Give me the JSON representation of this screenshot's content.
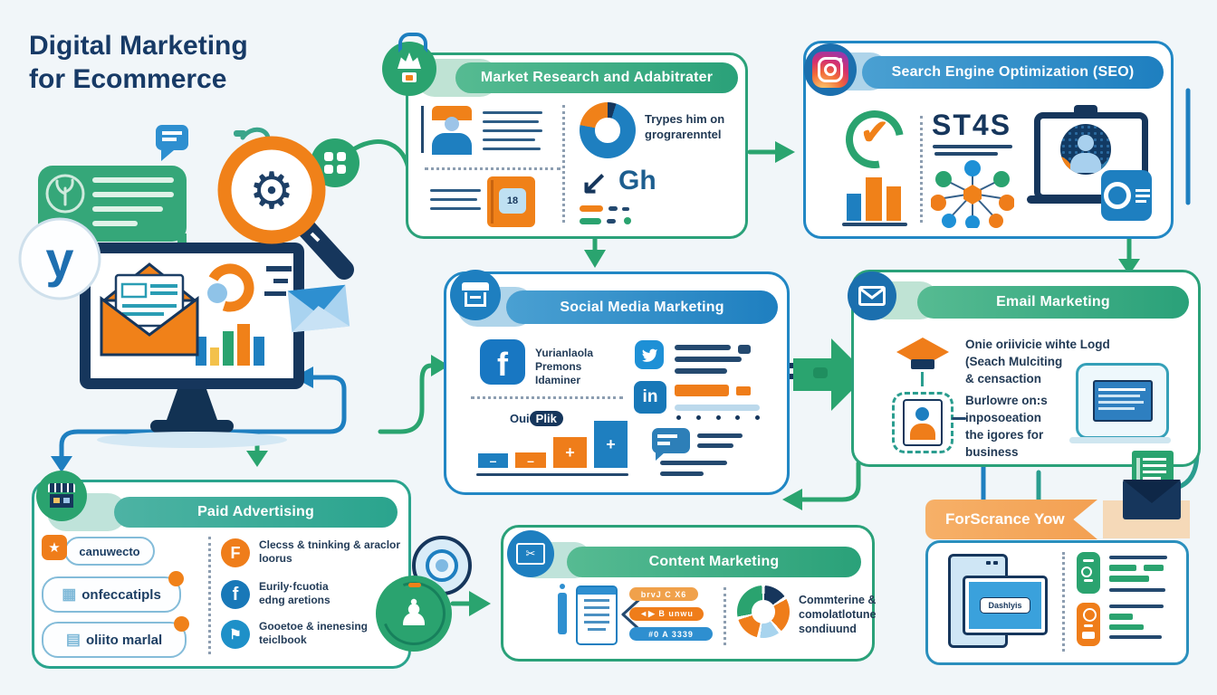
{
  "title": {
    "line1": "Digital Marketing",
    "line2": "for Ecommerce"
  },
  "colors": {
    "navy": "#16365c",
    "green": "#2aa36f",
    "teal": "#2aa78e",
    "blue": "#1e7fc0",
    "orange": "#ef7d1a",
    "light_blue": "#aed4ea",
    "peach": "#f5d9b8"
  },
  "icons": {
    "y_logo": "y",
    "gear": "⚙",
    "scissors": "✂",
    "star": "★",
    "flag": "⚑",
    "pawn": "♟",
    "check": "✔",
    "arrow_down_left": "↙",
    "facebook_f": "f",
    "linkedin": "in",
    "paid_facebook_F": "F"
  },
  "panels": {
    "market_research": {
      "title": "Market Research and Adabitrater",
      "note_line1": "Trypes him on",
      "note_line2": "grograrenntel",
      "glyph": "Gh"
    },
    "seo": {
      "title": "Search Engine Optimization (SEO)",
      "big_text": "ST4S"
    },
    "social": {
      "title": "Social Media Marketing",
      "line1": "Yurianlaola",
      "line2": "Premons",
      "line3": "Idaminer",
      "badge_prefix": "Oui",
      "badge": "Plik"
    },
    "email": {
      "title": "Email Marketing",
      "p1_line1": "Onie oriivicie wihte Logd",
      "p1_line2": "(Seach Mulciting",
      "p1_line3": "& censaction",
      "p2_line1": "Burlowre on:s",
      "p2_line2": "inposoeation",
      "p2_line3": "the igores for",
      "p2_line4": "business"
    },
    "paid": {
      "title": "Paid Advertising",
      "buttons": [
        {
          "label": "canuwecto"
        },
        {
          "label": "onfeccatipls"
        },
        {
          "label": "oliito marlal"
        }
      ],
      "items": [
        {
          "line1": "Clecss & tninking & araclor",
          "line2": "loorus"
        },
        {
          "line1": "Eurily·fcuotia",
          "line2": "edng aretions"
        },
        {
          "line1": "Gooetoe & inenesing",
          "line2": "teiclbook"
        }
      ]
    },
    "content": {
      "title": "Content Marketing",
      "badge1": "brvJ C X6",
      "badge2": "◄▶ B unwu",
      "badge3": "#0 A 3339",
      "note_line1": "Commterine &",
      "note_line2": "comolatlotune",
      "note_line3": "sondiuund"
    },
    "performance": {
      "title": "ForScrance Yow",
      "screen_label": "Dashlyis"
    }
  }
}
